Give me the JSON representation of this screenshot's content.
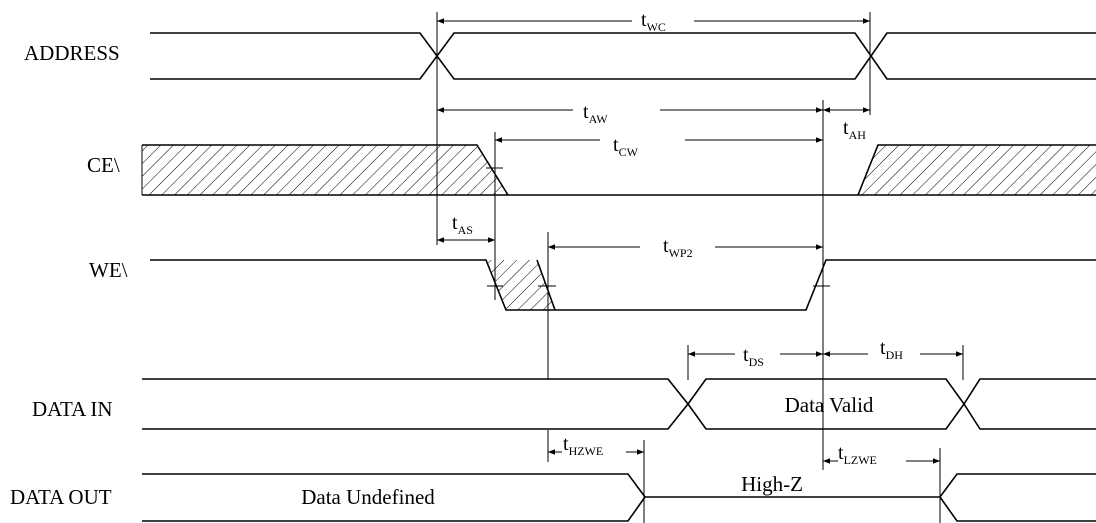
{
  "signals": {
    "address": "ADDRESS",
    "ce": "CE\\",
    "we": "WE\\",
    "data_in": "DATA IN",
    "data_out": "DATA OUT"
  },
  "states": {
    "data_valid": "Data Valid",
    "high_z": "High-Z",
    "data_undefined": "Data Undefined"
  },
  "timings": {
    "twc": {
      "main": "t",
      "sub": "WC"
    },
    "taw": {
      "main": "t",
      "sub": "AW"
    },
    "tah": {
      "main": "t",
      "sub": "AH"
    },
    "tcw": {
      "main": "t",
      "sub": "CW"
    },
    "tas": {
      "main": "t",
      "sub": "AS"
    },
    "twp2": {
      "main": "t",
      "sub": "WP2"
    },
    "tds": {
      "main": "t",
      "sub": "DS"
    },
    "tdh": {
      "main": "t",
      "sub": "DH"
    },
    "thzwe": {
      "main": "t",
      "sub": "HZWE"
    },
    "tlzwe": {
      "main": "t",
      "sub": "LZWE"
    }
  },
  "colors": {
    "ink": "#000000",
    "background": "#ffffff"
  }
}
